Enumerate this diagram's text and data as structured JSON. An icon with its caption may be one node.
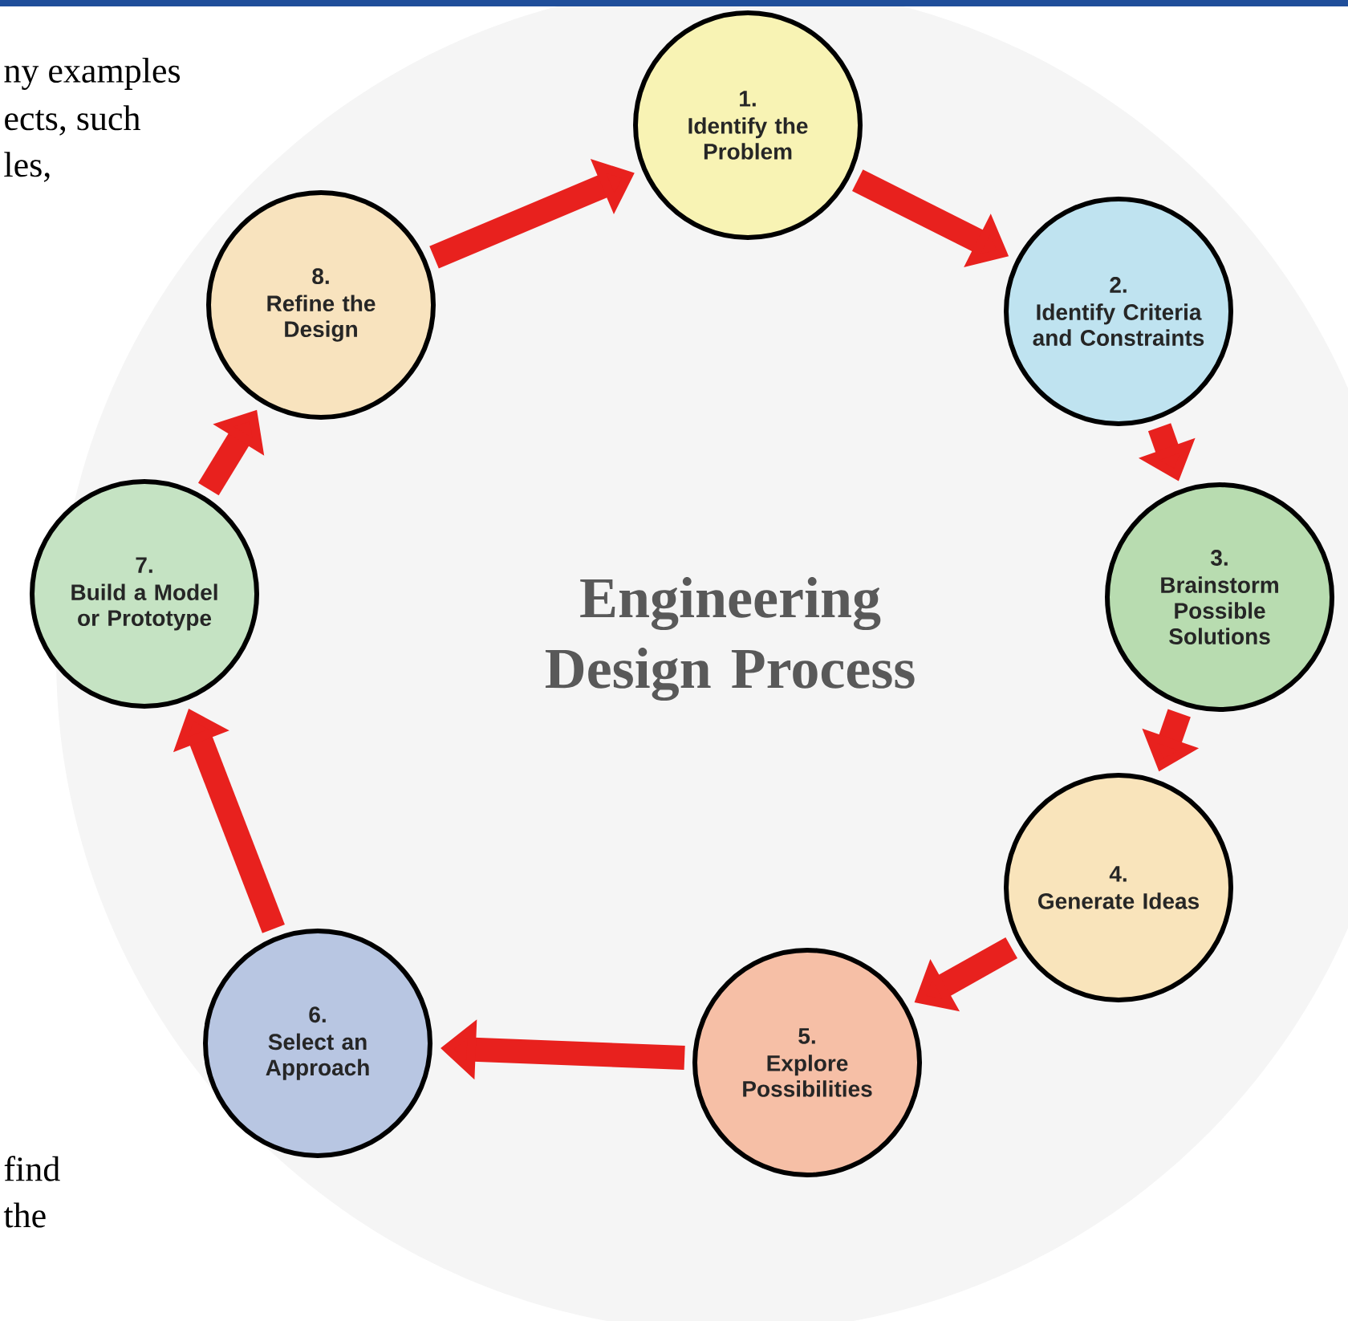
{
  "diagram": {
    "title": "Engineering Design Process",
    "nodes": [
      {
        "text": [
          "1.",
          "Identify the Problem"
        ]
      },
      {
        "text": [
          "2.",
          "Identify Criteria and Constraints"
        ]
      },
      {
        "text": [
          "3.",
          "Brainstorm Possible Solutions"
        ]
      },
      {
        "text": [
          "4.",
          "Generate Ideas"
        ]
      },
      {
        "text": [
          "5.",
          "Explore Possibilities"
        ]
      },
      {
        "text": [
          "6.",
          "Select an Approach"
        ]
      },
      {
        "text": [
          "7.",
          "Build a Model or Prototype"
        ]
      },
      {
        "text": [
          "8.",
          "Refine the Design"
        ]
      }
    ],
    "edges": [
      {
        "from": 0,
        "to": 1,
        "arrow": "to"
      },
      {
        "from": 1,
        "to": 2,
        "arrow": "to"
      },
      {
        "from": 2,
        "to": 3,
        "arrow": "to"
      },
      {
        "from": 3,
        "to": 4,
        "arrow": "to"
      },
      {
        "from": 4,
        "to": 5,
        "arrow": "to"
      },
      {
        "from": 5,
        "to": 6,
        "arrow": "to"
      },
      {
        "from": 6,
        "to": 7,
        "arrow": "to"
      },
      {
        "from": 7,
        "to": 0,
        "arrow": "to"
      }
    ],
    "labels": [
      "ny examples",
      "ects, such",
      "les,",
      "find",
      "the"
    ]
  }
}
